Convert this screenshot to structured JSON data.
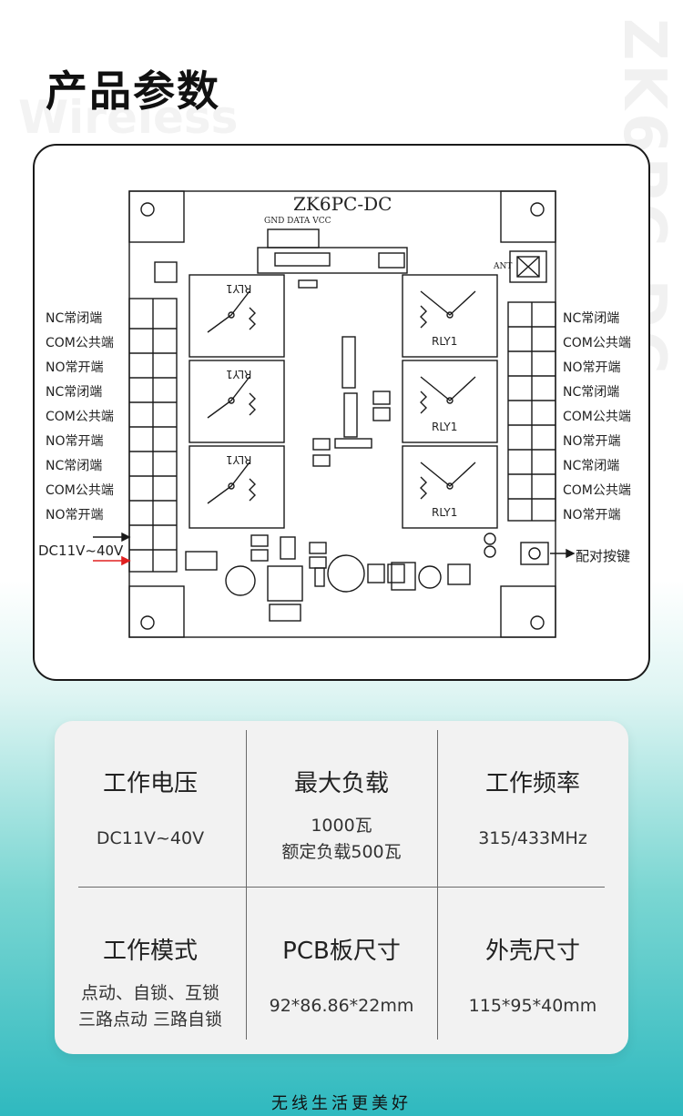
{
  "page": {
    "title": "产品参数",
    "watermark_text": "Wireless",
    "watermark_side": "ZK6PC-DC",
    "footer": "无线生活更美好"
  },
  "diagram": {
    "board_title": "ZK6PC-DC",
    "header_pins": "GND DATA VCC",
    "ant_label": "ANT",
    "relay_label": "RLY1",
    "left_labels": [
      "NC常闭端",
      "COM公共端",
      "NO常开端",
      "NC常闭端",
      "COM公共端",
      "NO常开端",
      "NC常闭端",
      "COM公共端",
      "NO常开端"
    ],
    "right_labels": [
      "NC常闭端",
      "COM公共端",
      "NO常开端",
      "NC常闭端",
      "COM公共端",
      "NO常开端",
      "NC常闭端",
      "COM公共端",
      "NO常开端"
    ],
    "power_label": "DC11V~40V",
    "pair_button_label": "配对按键"
  },
  "specs": [
    {
      "title": "工作电压",
      "lines": [
        "DC11V~40V"
      ]
    },
    {
      "title": "最大负载",
      "lines": [
        "1000瓦",
        "额定负载500瓦"
      ]
    },
    {
      "title": "工作频率",
      "lines": [
        "315/433MHz"
      ]
    },
    {
      "title": "工作模式",
      "lines": [
        "点动、自锁、互锁",
        "三路点动 三路自锁"
      ]
    },
    {
      "title": "PCB板尺寸",
      "lines": [
        "92*86.86*22mm"
      ]
    },
    {
      "title": "外壳尺寸",
      "lines": [
        "115*95*40mm"
      ]
    }
  ],
  "colors": {
    "accent": "#2fb9bf",
    "arrow_red": "#e02020",
    "line": "#1a1a1a"
  }
}
